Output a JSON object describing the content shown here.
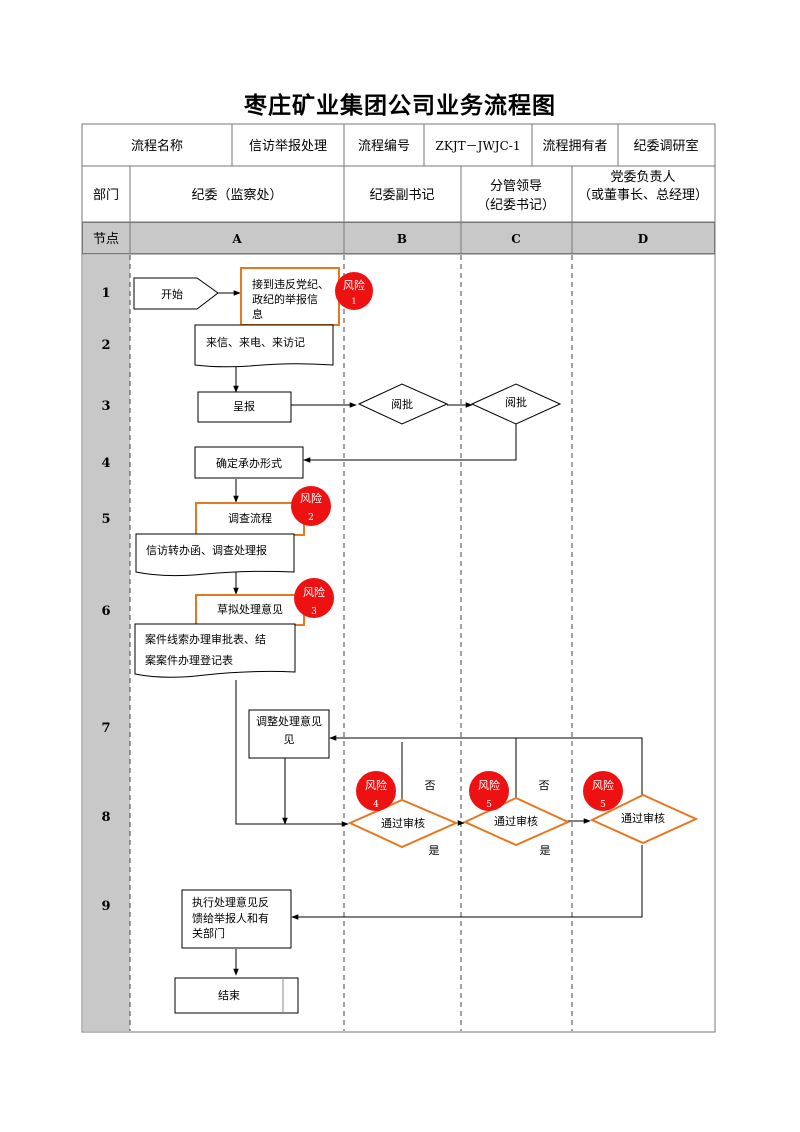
{
  "title": "枣庄矿业集团公司业务流程图",
  "info_row": {
    "name_label": "流程名称",
    "name_value": "信访举报处理",
    "code_label": "流程编号",
    "code_value": "ZKJT－JWJC-1",
    "owner_label": "流程拥有者",
    "owner_value": "纪委调研室"
  },
  "dept_row": {
    "label": "部门",
    "lanes": [
      {
        "lines": [
          "纪委（监察处）"
        ]
      },
      {
        "lines": [
          "纪委副书记"
        ]
      },
      {
        "lines": [
          "分管领导",
          "（纪委书记）"
        ]
      },
      {
        "lines": [
          "党委负责人",
          "（或董事长、总经理）"
        ]
      }
    ]
  },
  "node_row": {
    "label": "节点",
    "lanes": [
      "A",
      "B",
      "C",
      "D"
    ]
  },
  "steps": [
    "1",
    "2",
    "3",
    "4",
    "5",
    "6",
    "7",
    "8",
    "9"
  ],
  "colors": {
    "risk": "#ee1111",
    "risk_border": "#e87722",
    "gray": "#c8c8c8",
    "line": "#000000"
  },
  "shapes": {
    "start": "开始",
    "receive": [
      "接到违反党纪、",
      "政纪的举报信",
      "息"
    ],
    "doc_records": "来信、来电、来访记",
    "report": "呈报",
    "approve_b": "阅批",
    "approve_c": "阅批",
    "decide": "确定承办形式",
    "investigate": "调查流程",
    "doc_investigate": "信访转办函、调查处理报",
    "draft": "草拟处理意见",
    "doc_case": [
      "案件线索办理审批表、结",
      "案案件办理登记表"
    ],
    "adjust": [
      "调整处理意见",
      "见"
    ],
    "review_b": "通过审核",
    "review_c": "通过审核",
    "review_d": "通过审核",
    "execute": [
      "执行处理意见反",
      "馈给举报人和有",
      "关部门"
    ],
    "end": "结束"
  },
  "risks": [
    {
      "label": "风险",
      "num": "1"
    },
    {
      "label": "风险",
      "num": "2"
    },
    {
      "label": "风险",
      "num": "3"
    },
    {
      "label": "风险",
      "num": "4"
    },
    {
      "label": "风险",
      "num": "5"
    },
    {
      "label": "风险",
      "num": "5"
    }
  ],
  "branch_labels": {
    "no": "否",
    "yes": "是"
  }
}
